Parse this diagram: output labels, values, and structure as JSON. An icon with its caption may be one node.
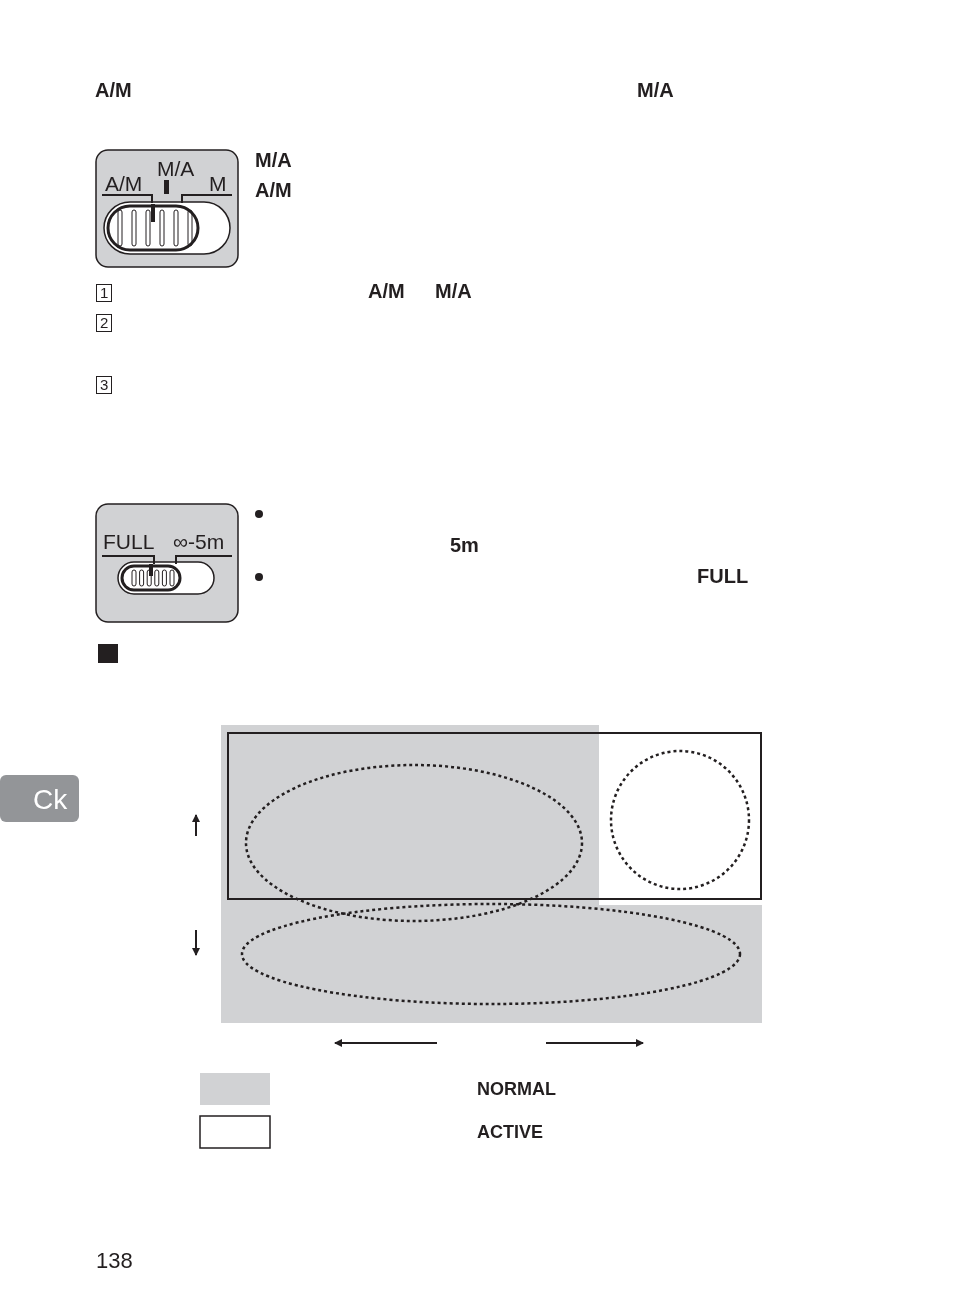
{
  "diagram": {
    "labels": [
      "A/M",
      "M/A",
      "M/A",
      "A/M",
      "M",
      "M/A",
      "A/M",
      "1",
      "A/M",
      "M/A",
      "2",
      "3",
      "FULL",
      "∞-5m",
      "5m",
      "FULL",
      "Ck",
      "138"
    ],
    "legend": [
      {
        "text": "NORMAL",
        "color": "#d1d2d4"
      },
      {
        "text": "ACTIVE"
      }
    ]
  }
}
